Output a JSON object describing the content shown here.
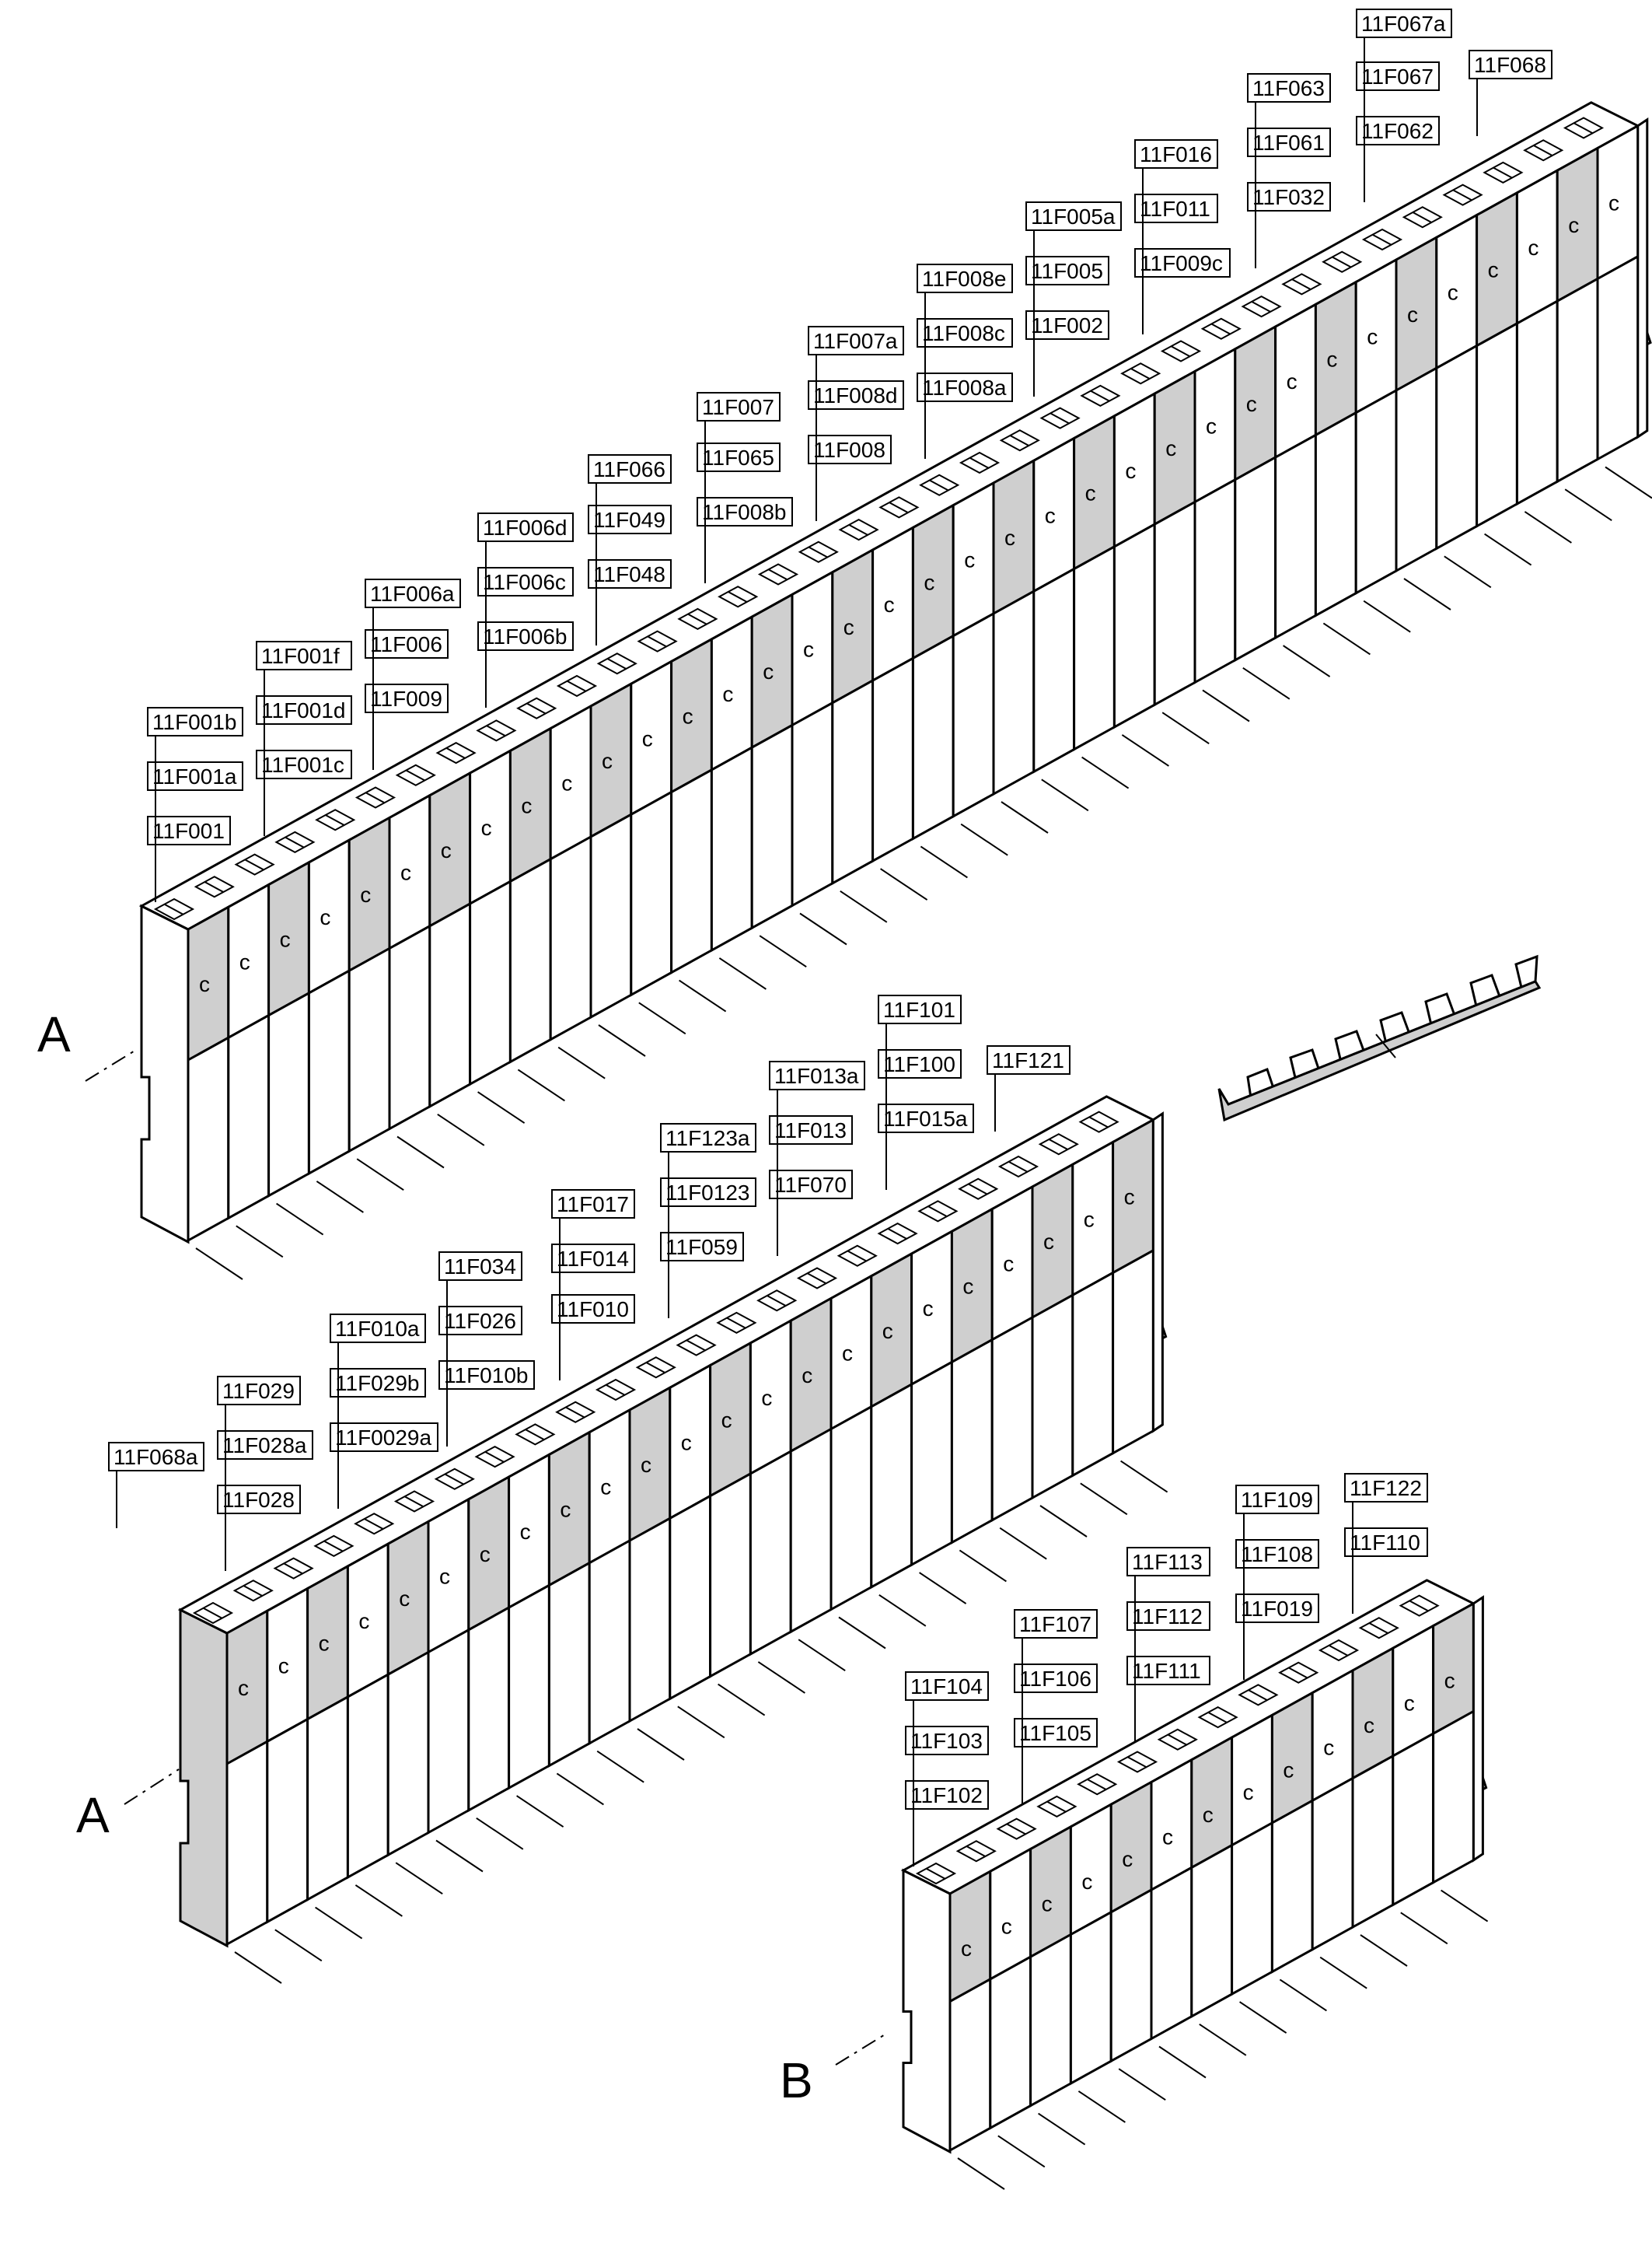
{
  "strips": [
    {
      "id": "strip-1",
      "section": "A",
      "labels": [
        "11F001",
        "11F001a",
        "11F001b",
        "11F001c",
        "11F001d",
        "11F001f",
        "11F009",
        "11F006",
        "11F006a",
        "11F006b",
        "11F006c",
        "11F006d",
        "11F048",
        "11F049",
        "11F066",
        "11F008b",
        "11F065",
        "11F007",
        "11F008",
        "11F008d",
        "11F007a",
        "11F008a",
        "11F008c",
        "11F008e",
        "11F002",
        "11F005",
        "11F005a",
        "11F009c",
        "11F011",
        "11F016",
        "11F032",
        "11F061",
        "11F063",
        "11F062",
        "11F067",
        "11F067a",
        "11F068"
      ]
    },
    {
      "id": "strip-2",
      "section": "A",
      "labels": [
        "11F068a",
        "11F028",
        "11F028a",
        "11F029",
        "11F0029a",
        "11F029b",
        "11F010a",
        "11F010b",
        "11F026",
        "11F034",
        "11F010",
        "11F014",
        "11F017",
        "11F059",
        "11F0123",
        "11F123a",
        "11F070",
        "11F013",
        "11F013a",
        "11F015a",
        "11F100",
        "11F101",
        "11F121"
      ]
    },
    {
      "id": "strip-3",
      "section": "B",
      "labels": [
        "11F102",
        "11F103",
        "11F104",
        "11F105",
        "11F106",
        "11F107",
        "11F111",
        "11F112",
        "11F113",
        "11F019",
        "11F108",
        "11F109",
        "11F110",
        "11F122"
      ]
    }
  ],
  "section_markers": {
    "a_top": "A",
    "a_bottom": "A",
    "b": "B"
  }
}
